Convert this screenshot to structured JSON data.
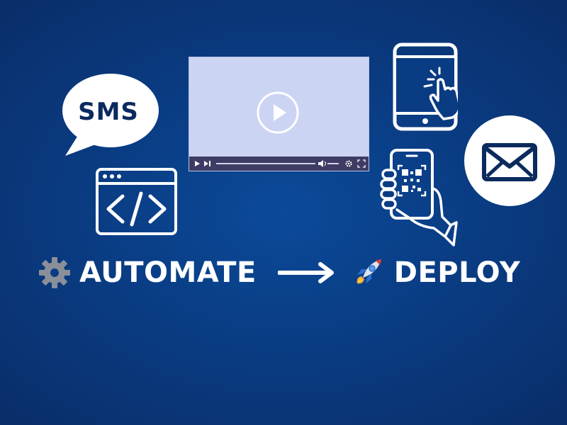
{
  "bubble": {
    "text": "SMS"
  },
  "headline": {
    "left_word": "AUTOMATE",
    "right_word": "DEPLOY",
    "left_icon": "gear-icon",
    "arrow_icon": "arrow-right-icon",
    "right_icon": "rocket-icon"
  },
  "colors": {
    "background": "#0a3c83",
    "icon_white": "#ffffff",
    "icon_navy": "#0b2a5e",
    "video_screen": "#ccd4f4",
    "video_bar": "#3e3c64",
    "gear": "#8a8f99"
  }
}
